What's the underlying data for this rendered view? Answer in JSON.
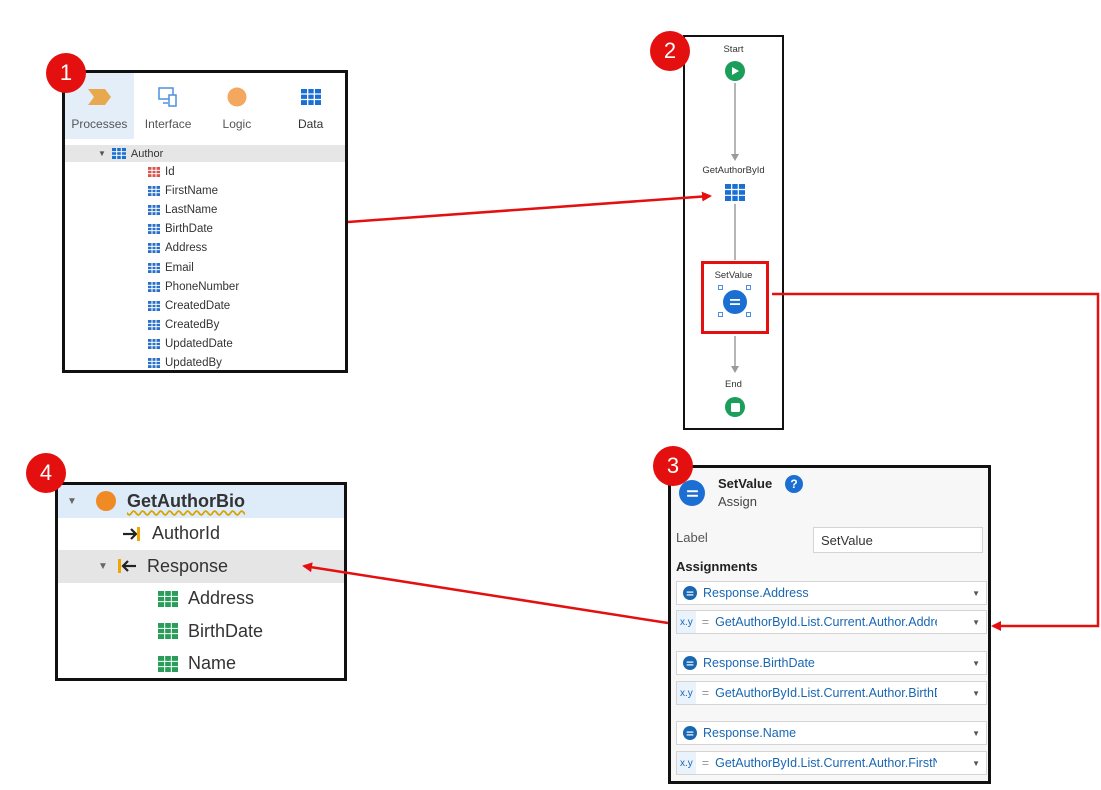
{
  "badges": [
    "1",
    "2",
    "3",
    "4"
  ],
  "panel1": {
    "tabs": [
      {
        "label": "Processes",
        "icon": "processes-icon",
        "active": true
      },
      {
        "label": "Interface",
        "icon": "interface-icon",
        "active": false
      },
      {
        "label": "Logic",
        "icon": "logic-icon",
        "active": false
      },
      {
        "label": "Data",
        "icon": "data-icon",
        "active": false
      }
    ],
    "entity": "Author",
    "attributes": [
      "Id",
      "FirstName",
      "LastName",
      "BirthDate",
      "Address",
      "Email",
      "PhoneNumber",
      "CreatedDate",
      "CreatedBy",
      "UpdatedDate",
      "UpdatedBy"
    ]
  },
  "panel2": {
    "start": "Start",
    "aggregate": "GetAuthorById",
    "assign": "SetValue",
    "end": "End"
  },
  "panel3": {
    "title": "SetValue",
    "subtitle": "Assign",
    "help": "?",
    "label_caption": "Label",
    "label_value": "SetValue",
    "assignments_title": "Assignments",
    "assignments": [
      {
        "variable": "Response.Address",
        "value": "GetAuthorById.List.Current.Author.Address"
      },
      {
        "variable": "Response.BirthDate",
        "value": "GetAuthorById.List.Current.Author.BirthDate"
      },
      {
        "variable": "Response.Name",
        "value": "GetAuthorById.List.Current.Author.FirstName"
      }
    ],
    "xy": "x.y",
    "eq": "="
  },
  "panel4": {
    "action": "GetAuthorBio",
    "input": "AuthorId",
    "output": "Response",
    "fields": [
      "Address",
      "BirthDate",
      "Name"
    ]
  },
  "colors": {
    "badge": "#e3100f",
    "arrow": "#e3100f",
    "outsystems_blue": "#1967b2",
    "start_end_green": "#1a9e5a",
    "action_orange": "#f08a24"
  }
}
